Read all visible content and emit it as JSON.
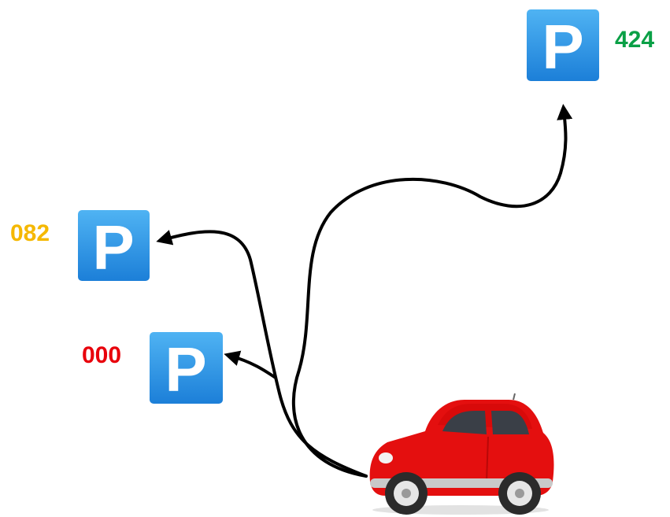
{
  "parking_spots": [
    {
      "id": "spot-a",
      "label": "424",
      "label_color": "#0AA046",
      "sign_letter": "P"
    },
    {
      "id": "spot-b",
      "label": "082",
      "label_color": "#F5B800",
      "sign_letter": "P"
    },
    {
      "id": "spot-c",
      "label": "000",
      "label_color": "#E8000B",
      "sign_letter": "P"
    }
  ],
  "colors": {
    "sign_top": "#4FB3F3",
    "sign_bottom": "#1C7FD8",
    "sign_letter": "#FFFFFF",
    "path": "#000000",
    "car_body": "#E40F0F",
    "car_window": "#3A3F47"
  },
  "icons": {
    "parking_sign": "parking-sign-icon",
    "car": "car-icon",
    "arrow": "arrow-path"
  }
}
